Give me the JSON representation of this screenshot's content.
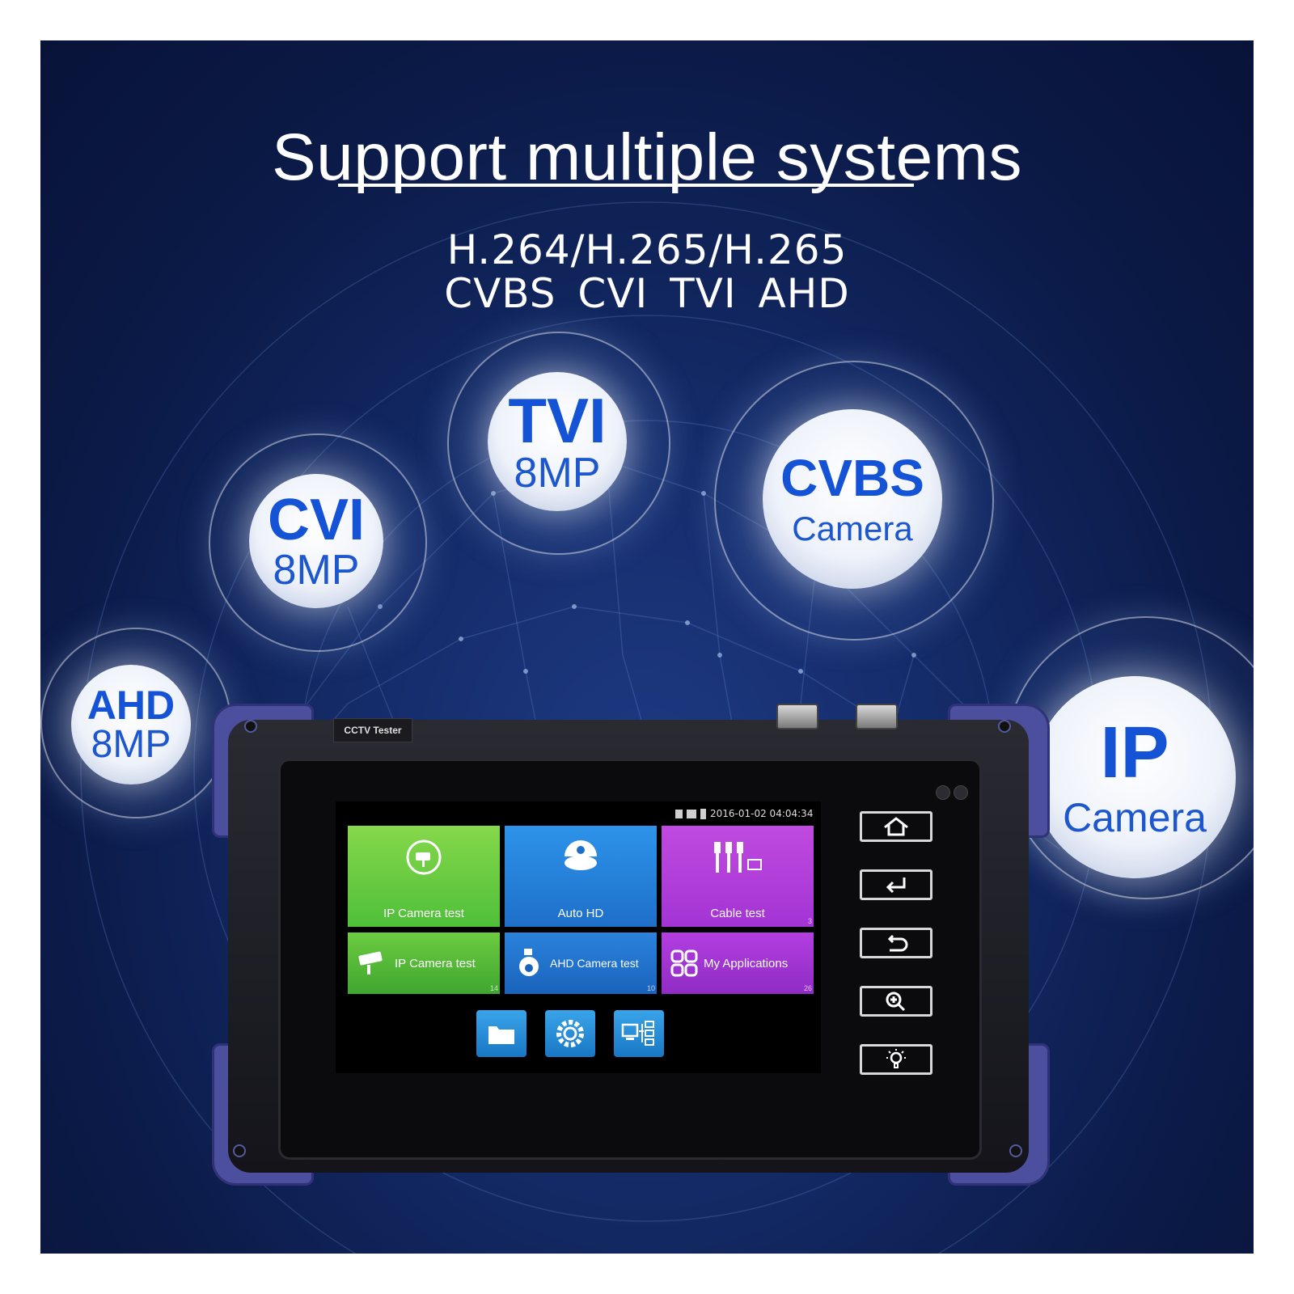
{
  "headline": "Support multiple systems",
  "codecs_line1": "H.264/H.265/H.265",
  "codecs_line2": "CVBS CVI TVI AHD",
  "badges": {
    "cvi": {
      "main": "CVI",
      "sub": "8MP"
    },
    "tvi": {
      "main": "TVI",
      "sub": "8MP"
    },
    "cvbs": {
      "main": "CVBS",
      "sub": "Camera"
    },
    "ahd": {
      "main": "AHD",
      "sub": "8MP"
    },
    "ip": {
      "main": "IP",
      "sub": "Camera"
    }
  },
  "device": {
    "label": "CCTV Tester",
    "status_datetime": "2016-01-02 04:04:34",
    "tiles": {
      "ip_camera_test_big": {
        "label": "IP Camera test"
      },
      "auto_hd": {
        "label": "Auto HD"
      },
      "cable_test": {
        "label": "Cable test",
        "count": "3"
      },
      "ip_camera_test_small": {
        "label": "IP Camera test",
        "count": "14"
      },
      "ahd_camera_test": {
        "label": "AHD Camera test",
        "count": "10"
      },
      "my_applications": {
        "label": "My Applications",
        "count": "26"
      }
    }
  },
  "colors": {
    "tile_green": "#4fbf3a",
    "tile_blue": "#1e7fd6",
    "tile_purple": "#a334d4",
    "badge_text": "#1553d6"
  },
  "icons": {
    "hw_buttons": [
      "home-icon",
      "enter-icon",
      "back-icon",
      "zoom-icon",
      "light-icon"
    ]
  }
}
